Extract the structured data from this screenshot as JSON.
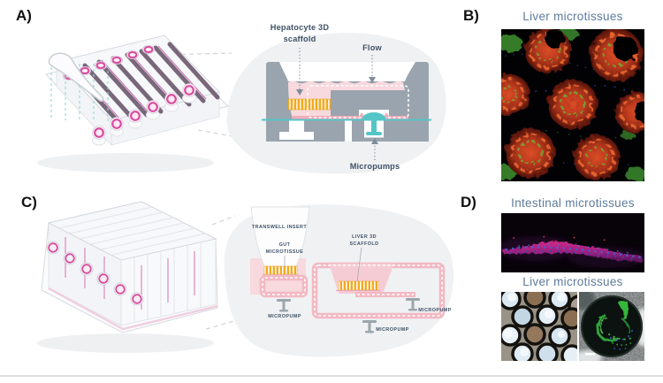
{
  "panels": {
    "a": {
      "letter": "A)",
      "schematic": {
        "scaffold_label_line1": "Hepatocyte 3D",
        "scaffold_label_line2": "scaffold",
        "flow_label": "Flow",
        "micropumps_label": "Micropumps"
      }
    },
    "b": {
      "letter": "B)",
      "title": "Liver microtissues"
    },
    "c": {
      "letter": "C)",
      "schematic": {
        "transwell_label": "TRANSWELL INSERT",
        "gut_label_line1": "GUT",
        "gut_label_line2": "MICROTISSUE",
        "liver_label_line1": "LIVER 3D",
        "liver_label_line2": "SCAFFOLD",
        "micropump_label_left": "MICROPUMP",
        "micropump_label_bottom": "MICROPUMP",
        "micropump_label_right": "MICROPUMP"
      }
    },
    "d": {
      "letter": "D)",
      "title_top": "Intestinal microtissues",
      "title_bottom": "Liver microtissues"
    }
  },
  "colors": {
    "navy": "#3d5166",
    "slate": "#5e7b9c",
    "pink_fill": "#f8d9de",
    "pink_channel": "#f2b9c3",
    "pink_deep": "#f0adb9",
    "teal": "#56c5c7",
    "orange": "#f5a81c",
    "gray_chamber": "#9aa4ae",
    "blob": "#f0f1f3",
    "magenta": "#d84a9f",
    "divider": "#dcdde0"
  }
}
